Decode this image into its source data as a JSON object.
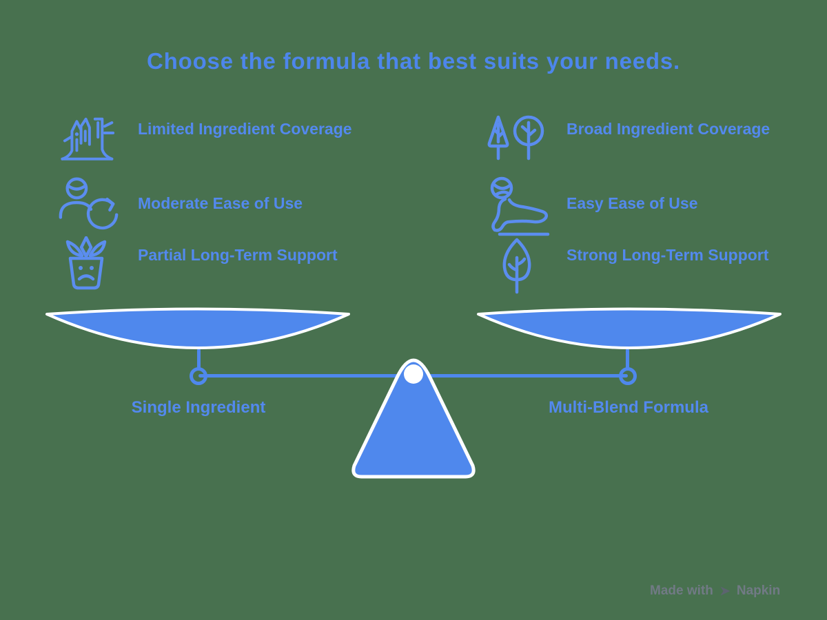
{
  "title": "Choose the formula that best suits your needs.",
  "colors": {
    "background": "#48714F",
    "primary_blue": "#4f88ed",
    "icon_blue": "#5b8def",
    "title_blue": "#4d86ec",
    "text_blue": "#5389ee",
    "watermark_gray": "#717a85",
    "white": "#ffffff"
  },
  "left_column": {
    "pan_label": "Single Ingredient",
    "items": [
      {
        "icon": "tree-stump-icon",
        "text": "Limited Ingredient Coverage"
      },
      {
        "icon": "person-refresh-icon",
        "text": "Moderate Ease of Use"
      },
      {
        "icon": "sad-plant-icon",
        "text": "Partial Long-Term Support"
      }
    ]
  },
  "right_column": {
    "pan_label": "Multi-Blend Formula",
    "items": [
      {
        "icon": "pine-and-round-trees-icon",
        "text": "Broad Ingredient Coverage"
      },
      {
        "icon": "seal-balancing-ball-icon",
        "text": "Easy Ease of Use"
      },
      {
        "icon": "leaf-icon",
        "text": "Strong Long-Term Support"
      }
    ]
  },
  "watermark": {
    "prefix": "Made with",
    "brand": "Napkin"
  }
}
